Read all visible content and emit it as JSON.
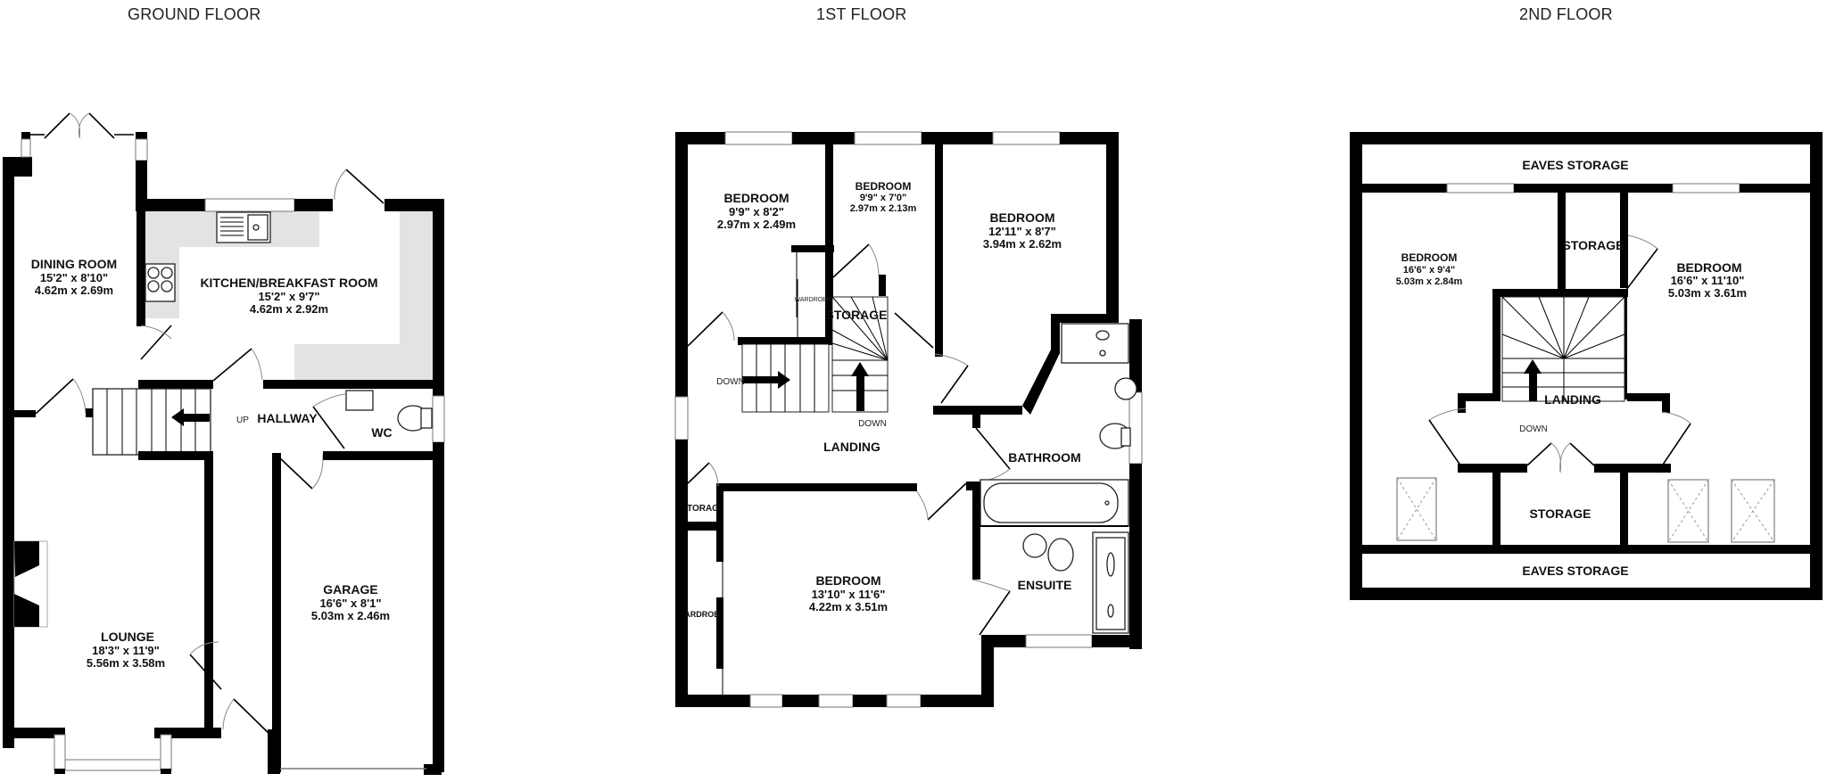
{
  "floors": {
    "ground": {
      "title": "GROUND FLOOR",
      "rooms": {
        "dining": {
          "name": "DINING ROOM",
          "imperial": "15'2\"  x 8'10\"",
          "metric": "4.62m  x 2.69m"
        },
        "kitchen": {
          "name": "KITCHEN/BREAKFAST ROOM",
          "imperial": "15'2\"  x 9'7\"",
          "metric": "4.62m  x 2.92m"
        },
        "lounge": {
          "name": "LOUNGE",
          "imperial": "18'3\"  x 11'9\"",
          "metric": "5.56m  x 3.58m"
        },
        "garage": {
          "name": "GARAGE",
          "imperial": "16'6\"  x 8'1\"",
          "metric": "5.03m  x 2.46m"
        },
        "hallway": {
          "name": "HALLWAY",
          "stair_note": "UP"
        },
        "wc": {
          "name": "WC"
        }
      }
    },
    "first": {
      "title": "1ST FLOOR",
      "rooms": {
        "bedroom_a": {
          "name": "BEDROOM",
          "imperial": "9'9\"  x 8'2\"",
          "metric": "2.97m  x 2.49m"
        },
        "bedroom_b": {
          "name": "BEDROOM",
          "imperial": "9'9\"  x 7'0\"",
          "metric": "2.97m  x 2.13m"
        },
        "bedroom_c": {
          "name": "BEDROOM",
          "imperial": "12'11\"  x 8'7\"",
          "metric": "3.94m  x 2.62m"
        },
        "bedroom_main": {
          "name": "BEDROOM",
          "imperial": "13'10\"  x 11'6\"",
          "metric": "4.22m  x 3.51m"
        },
        "landing": {
          "name": "LANDING"
        },
        "bathroom": {
          "name": "BATHROOM"
        },
        "ensuite": {
          "name": "ENSUITE"
        },
        "storage": {
          "name": "STORAGE"
        },
        "storage_small": {
          "name": "TORAG"
        },
        "wardrobe_a": {
          "name": "WARDROBE"
        },
        "wardrobe_b": {
          "name": "ARDROB"
        },
        "down_left": "DOWN",
        "down_center": "DOWN"
      }
    },
    "second": {
      "title": "2ND FLOOR",
      "rooms": {
        "eaves_top": {
          "name": "EAVES STORAGE"
        },
        "eaves_bottom": {
          "name": "EAVES STORAGE"
        },
        "bedroom_left": {
          "name": "BEDROOM",
          "imperial": "16'6\"  x 9'4\"",
          "metric": "5.03m  x 2.84m"
        },
        "bedroom_right": {
          "name": "BEDROOM",
          "imperial": "16'6\"  x 11'10\"",
          "metric": "5.03m  x 3.61m"
        },
        "storage_top": {
          "name": "STORAGE"
        },
        "storage_bottom": {
          "name": "STORAGE"
        },
        "landing": {
          "name": "LANDING"
        },
        "down": "DOWN"
      }
    }
  }
}
